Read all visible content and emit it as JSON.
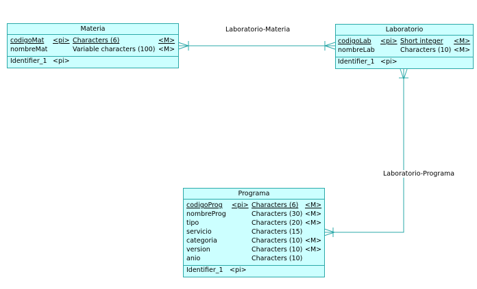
{
  "materia": {
    "name": "Materia",
    "attributes": [
      {
        "name": "codigoMat",
        "pi": "<pi>",
        "type": "Characters (6)",
        "mand": "<M>"
      },
      {
        "name": "nombreMat",
        "pi": "",
        "type": "Variable characters (100)",
        "mand": "<M>"
      }
    ],
    "identifier": {
      "name": "Identifier_1",
      "pi": "<pi>"
    }
  },
  "laboratorio": {
    "name": "Laboratorio",
    "attributes": [
      {
        "name": "codigoLab",
        "pi": "<pi>",
        "type": "Short integer",
        "mand": "<M>"
      },
      {
        "name": "nombreLab",
        "pi": "",
        "type": "Characters (10)",
        "mand": "<M>"
      }
    ],
    "identifier": {
      "name": "Identifier_1",
      "pi": "<pi>"
    }
  },
  "programa": {
    "name": "Programa",
    "attributes": [
      {
        "name": "codigoProg",
        "pi": "<pi>",
        "type": "Characters (6)",
        "mand": "<M>"
      },
      {
        "name": "nombreProg",
        "pi": "",
        "type": "Characters (30)",
        "mand": "<M>"
      },
      {
        "name": "tipo",
        "pi": "",
        "type": "Characters (20)",
        "mand": "<M>"
      },
      {
        "name": "servicio",
        "pi": "",
        "type": "Characters (15)",
        "mand": ""
      },
      {
        "name": "categoria",
        "pi": "",
        "type": "Characters (10)",
        "mand": "<M>"
      },
      {
        "name": "version",
        "pi": "",
        "type": "Characters (10)",
        "mand": "<M>"
      },
      {
        "name": "anio",
        "pi": "",
        "type": "Characters (10)",
        "mand": ""
      }
    ],
    "identifier": {
      "name": "Identifier_1",
      "pi": "<pi>"
    }
  },
  "relationships": {
    "laboratorio_materia": "Laboratorio-Materia",
    "laboratorio_programa": "Laboratorio-Programa"
  },
  "colors": {
    "entity_fill": "#ccffff",
    "entity_border": "#2aa8a8",
    "link": "#2aa8a8"
  }
}
